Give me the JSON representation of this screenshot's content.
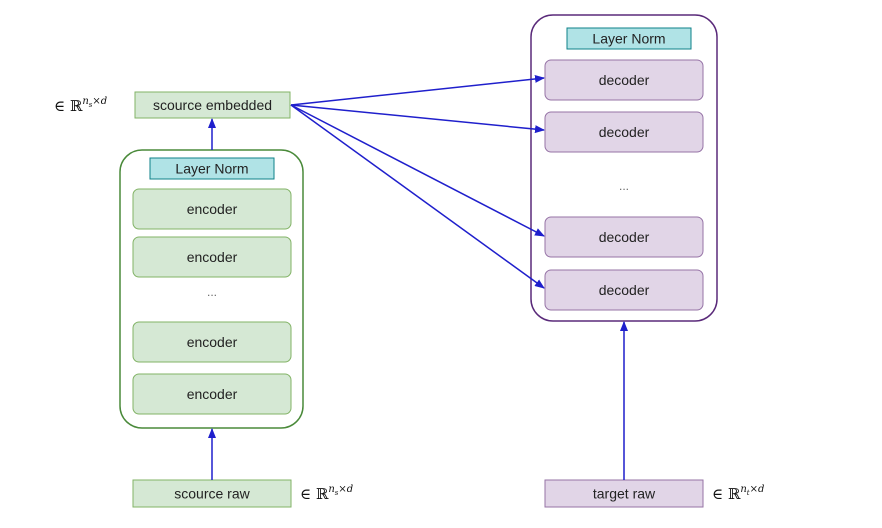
{
  "colors": {
    "encoder_fill": "#d5e8d4",
    "encoder_stroke": "#82b366",
    "encoder_container_stroke": "#4a8a3a",
    "decoder_fill": "#e1d5e7",
    "decoder_stroke": "#9673a6",
    "decoder_container_stroke": "#5a2a7a",
    "layernorm_fill": "#b0e3e6",
    "layernorm_stroke": "#0e8088",
    "arrow": "#1f1fcc"
  },
  "encoder_stack": {
    "layer_norm": "Layer Norm",
    "blocks": [
      "encoder",
      "encoder",
      "encoder",
      "encoder"
    ],
    "ellipsis": "..."
  },
  "decoder_stack": {
    "layer_norm": "Layer Norm",
    "blocks": [
      "decoder",
      "decoder",
      "decoder",
      "decoder"
    ],
    "ellipsis": "..."
  },
  "source_embedded": {
    "label": "scource embedded",
    "dim": {
      "prefix": "∈ ℝ",
      "sup": "n",
      "sub": "s",
      "tail": "×d"
    }
  },
  "source_raw": {
    "label": "scource raw",
    "dim": {
      "prefix": "∈ ℝ",
      "sup": "n",
      "sub": "s",
      "tail": "×d"
    }
  },
  "target_raw": {
    "label": "target raw",
    "dim": {
      "prefix": "∈ ℝ",
      "sup": "n",
      "sub": "t",
      "tail": "×d"
    }
  }
}
